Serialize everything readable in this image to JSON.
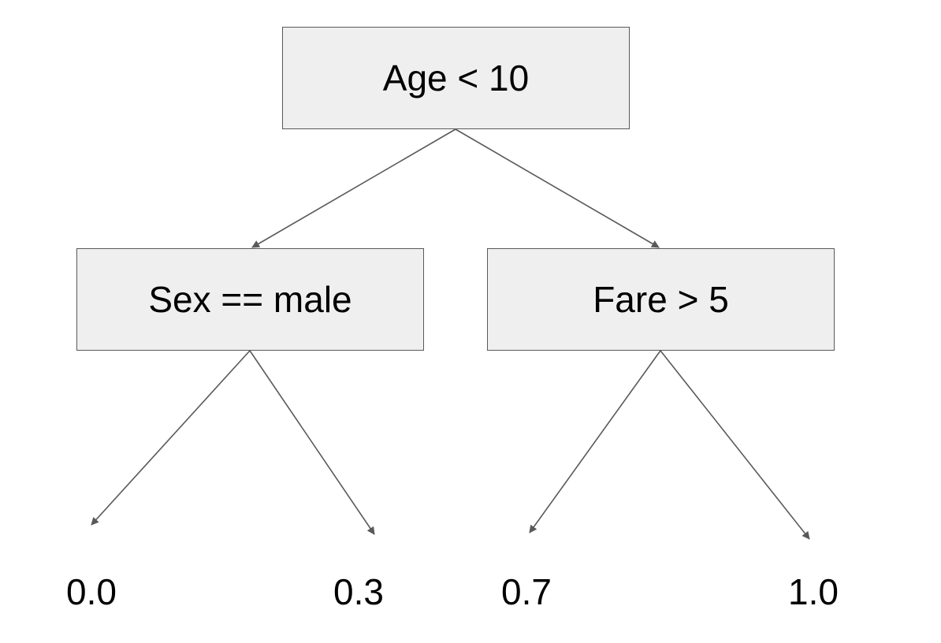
{
  "tree": {
    "root": {
      "label": "Age < 10"
    },
    "left": {
      "label": "Sex == male"
    },
    "right": {
      "label": "Fare > 5"
    },
    "leaves": [
      {
        "value": "0.0"
      },
      {
        "value": "0.3"
      },
      {
        "value": "0.7"
      },
      {
        "value": "1.0"
      }
    ]
  },
  "colors": {
    "node_fill": "#efefef",
    "node_border": "#595959",
    "edge": "#595959",
    "text": "#000000"
  }
}
